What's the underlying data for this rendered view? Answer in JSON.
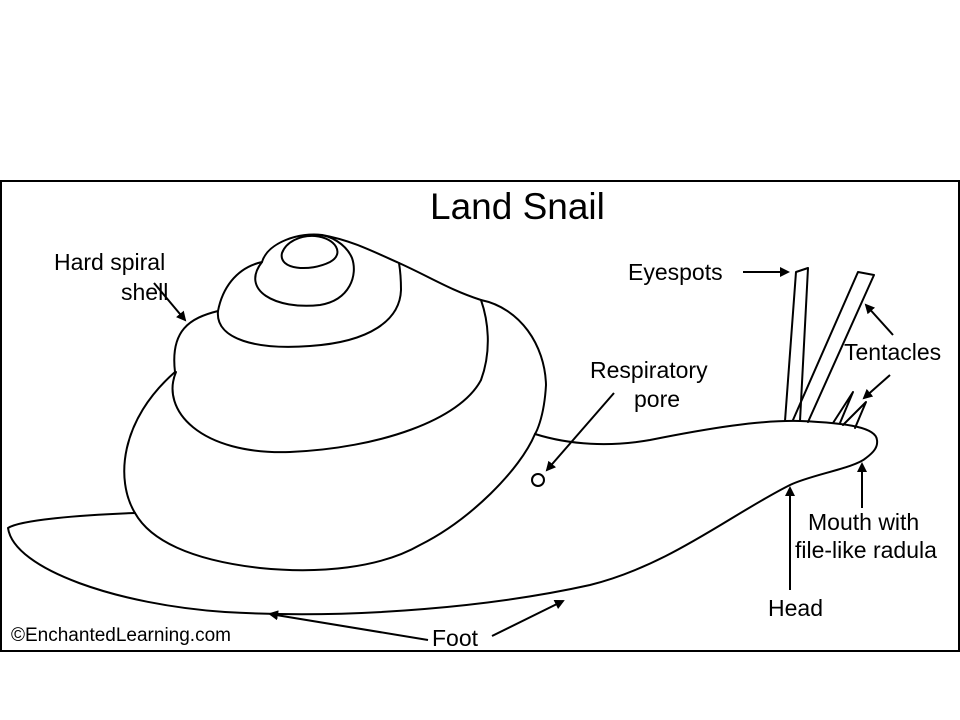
{
  "title": "Land Snail",
  "copyright": "©EnchantedLearning.com",
  "labels": {
    "shell_line1": "Hard spiral",
    "shell_line2": "shell",
    "eyespots": "Eyespots",
    "tentacles": "Tentacles",
    "respiratory_line1": "Respiratory",
    "respiratory_line2": "pore",
    "mouth_line1": "Mouth with",
    "mouth_line2": "file-like radula",
    "head": "Head",
    "foot": "Foot"
  }
}
